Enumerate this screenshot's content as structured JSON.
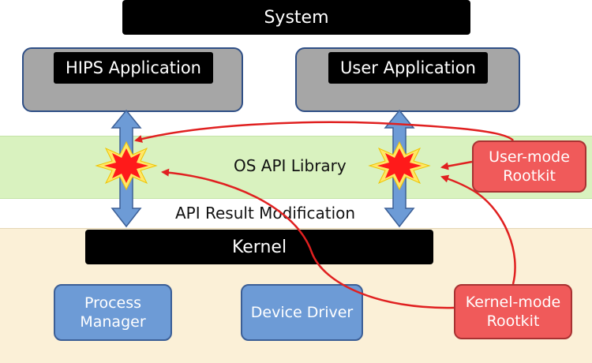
{
  "system": {
    "label": "System"
  },
  "apps": {
    "hips": "HIPS Application",
    "user": "User Application"
  },
  "layers": {
    "api_library": "OS API Library",
    "api_result_modification": "API Result Modification",
    "kernel": "Kernel"
  },
  "kernel_components": {
    "process_manager": [
      "Process",
      "Manager"
    ],
    "device_driver": "Device Driver"
  },
  "rootkits": {
    "user_mode": [
      "User-mode",
      "Rootkit"
    ],
    "kernel_mode": [
      "Kernel-mode",
      "Rootkit"
    ]
  },
  "colors": {
    "api_band": "#d9f2bf",
    "kernel_band": "#fbf0d7",
    "app_box": "#a6a6a6",
    "kernel_component": "#6d9bd6",
    "rootkit": "#f05a5a",
    "arrow": "#6d9bd6",
    "hook_line": "#e02020",
    "burst": "#ff1a1a"
  }
}
